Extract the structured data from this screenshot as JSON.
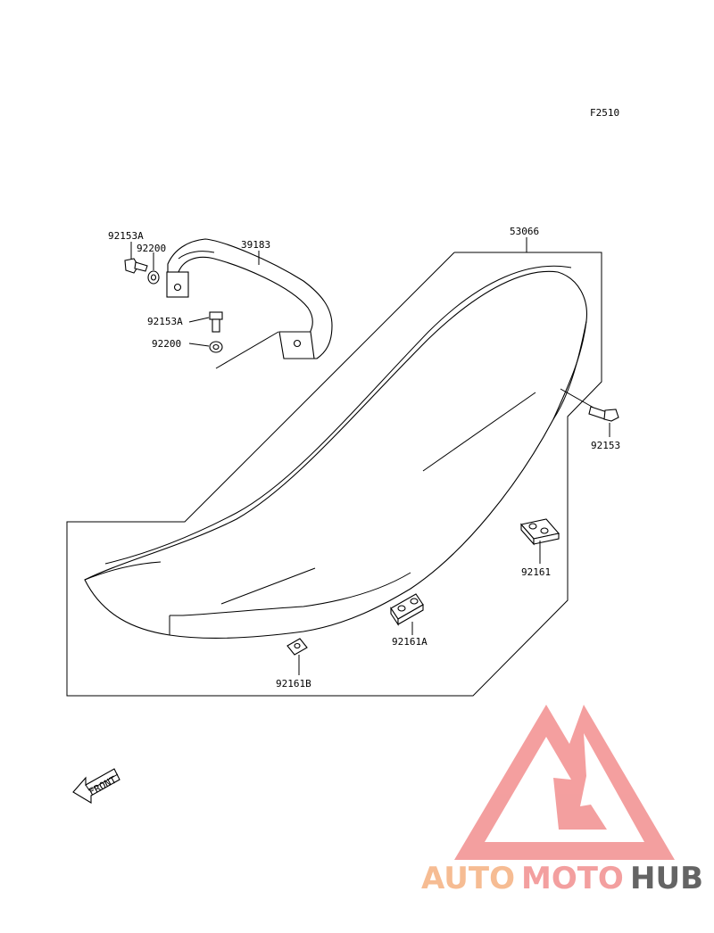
{
  "figure_code": "F2510",
  "parts": {
    "seat": "53066",
    "strap": "39183",
    "bolt_upper": "92153A",
    "washer_upper": "92200",
    "bolt_lower": "92153A",
    "washer_lower": "92200",
    "bolt_rear": "92153",
    "clip_a": "92161",
    "clip_b": "92161A",
    "clip_c": "92161B"
  },
  "front_arrow": "FRONT",
  "watermark": {
    "part1": "AUTO",
    "part2": "MOTO",
    "part3": "HUB",
    "colors": {
      "auto": "#f6b98e",
      "moto": "#f39a9a",
      "hub": "#5c5c5c",
      "triangle": "#f39a9a"
    }
  }
}
